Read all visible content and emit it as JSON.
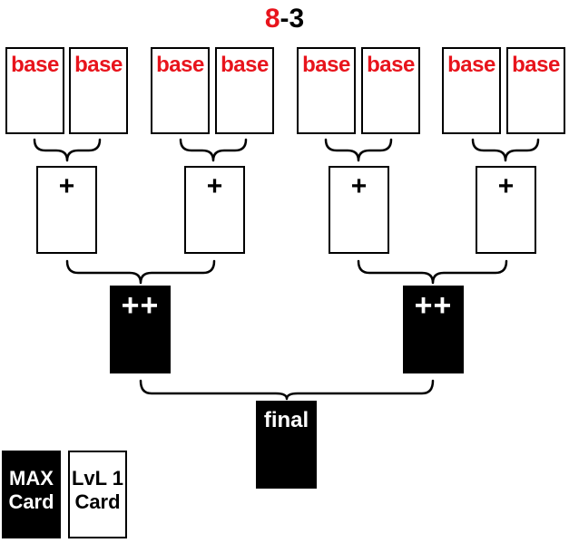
{
  "title": {
    "red": "8",
    "dash": "-",
    "black": "3"
  },
  "base_label": "base",
  "plus_label": "+",
  "plusplus_label": "++",
  "final_label": "final",
  "legend": {
    "max": {
      "line1": "MAX",
      "line2": "Card"
    },
    "lvl1": {
      "line1": "LvL 1",
      "line2": "Card"
    }
  },
  "colors": {
    "accent": "#e8141c",
    "dark_card": "#000000",
    "light_card": "#ffffff"
  }
}
